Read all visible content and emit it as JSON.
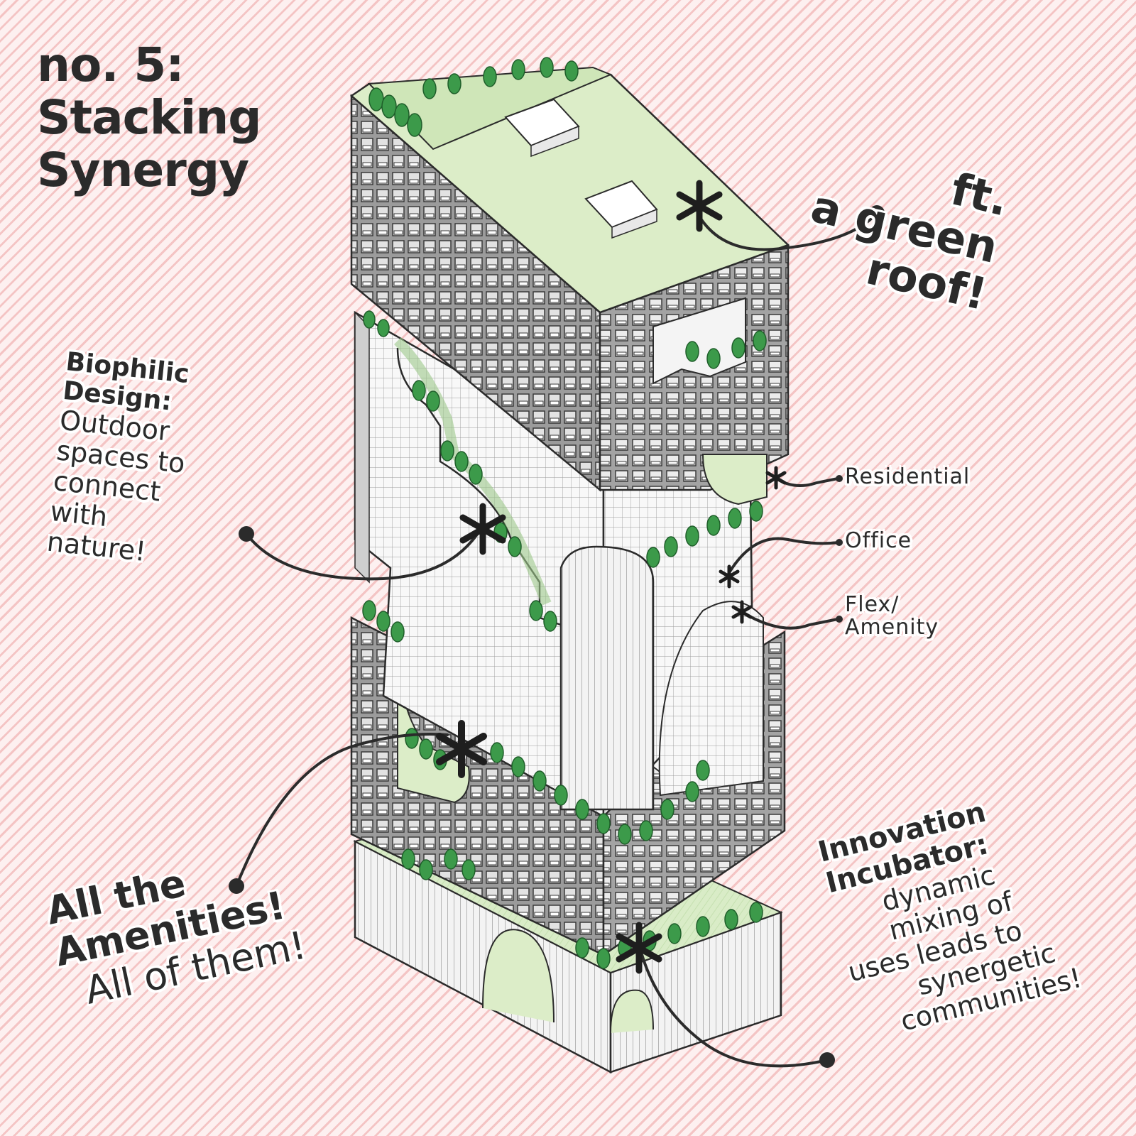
{
  "title": {
    "line1": "no. 5:",
    "line2": "Stacking",
    "line3": "Synergy"
  },
  "roof_callout": {
    "line1": "ft.",
    "line2": "a green",
    "line3": "roof!"
  },
  "biophilic": {
    "heading1": "Biophilic",
    "heading2": "Design:",
    "body": [
      "Outdoor",
      "spaces to",
      "connect",
      "with",
      "nature!"
    ]
  },
  "labels": {
    "residential": "Residential",
    "office": "Office",
    "flex1": "Flex/",
    "flex2": "Amenity"
  },
  "amenities": {
    "line1": "All the",
    "line2": "Amenities!",
    "line3": "All of them!"
  },
  "incubator": {
    "heading1": "Innovation",
    "heading2": "Incubator:",
    "body": [
      "dynamic",
      "mixing of",
      "uses leads to",
      "synergetic",
      "communities!"
    ]
  },
  "colors": {
    "background_stripe": "#f4c4c4",
    "ink": "#2b2b2b",
    "green_roof": "#dcedc8",
    "planting": "#3c9a4a",
    "facade_dark": "#8e8e8e",
    "facade_light": "#f7f7f7"
  },
  "icons": [
    "asterisk-icon",
    "dot-marker-icon"
  ]
}
